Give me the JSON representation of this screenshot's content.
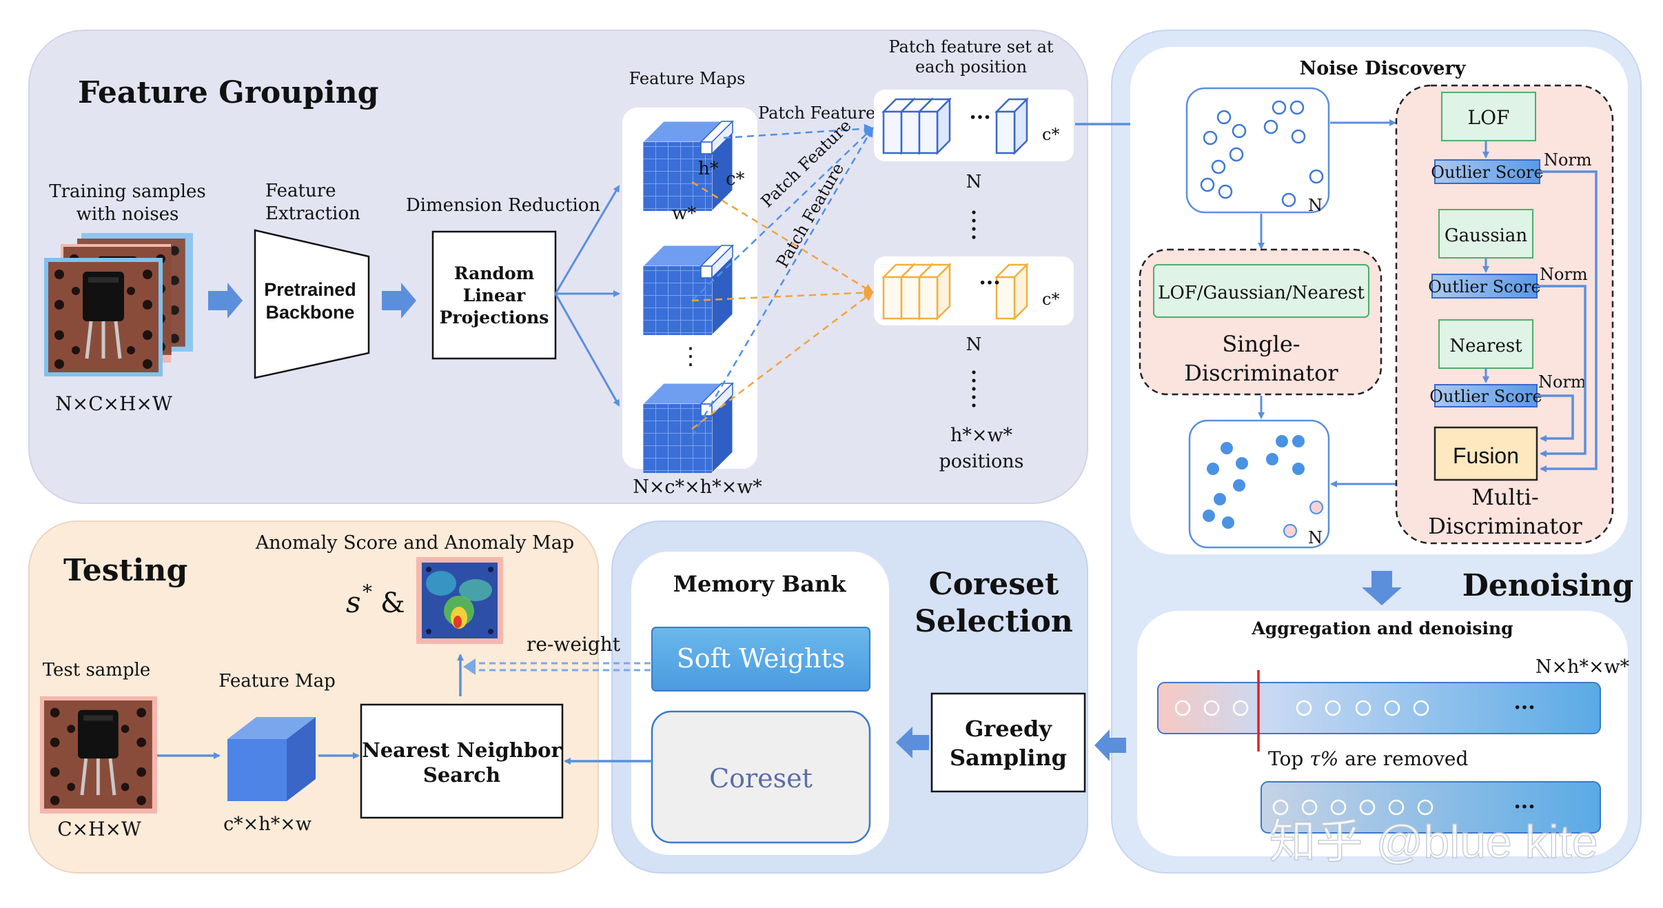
{
  "colors": {
    "panel_grouping": "#e3e4f2",
    "panel_noise": "#dce7f8",
    "panel_testing": "#fcebd9",
    "panel_coreset": "#d5e1f5",
    "arrow_blue": "#5b8fdc",
    "dashed_blue": "#4f8fe6",
    "dashed_orange": "#f2a33a",
    "green_box": "#dff3e6",
    "pink_box": "#fbe3de",
    "fusion_box": "#fde8bf",
    "outlier_score": "#6aa7e8",
    "removed_line": "#e0202b"
  },
  "feature_grouping": {
    "title": "Feature Grouping",
    "training_label": "Training samples\nwith noises",
    "training_dims": "N×C×H×W",
    "extraction_label": "Feature\nExtraction",
    "backbone_label": "Pretrained\nBackbone",
    "dimred_label": "Dimension Reduction",
    "projections_label": "Random\nLinear\nProjections",
    "feature_maps_label": "Feature Maps",
    "cube_h": "h*",
    "cube_c": "c*",
    "cube_w": "w*",
    "maps_vdots": "⋮",
    "maps_dims": "N×c*×h*×w*",
    "patch_feature_1": "Patch Feature",
    "patch_feature_2": "Patch Feature",
    "patch_feature_3": "Patch Feature",
    "patch_set_label": "Patch feature set at\neach position",
    "set_dots": "···",
    "set_c_1": "c*",
    "set_c_2": "c*",
    "set_n_1": "N",
    "set_n_2": "N",
    "set_vdots": "⋮",
    "positions_label": "h*×w*\npositions"
  },
  "noise_discovery": {
    "title": "Noise Discovery",
    "n_top": "N",
    "n_bottom": "N",
    "single_box": "LOF/Gaussian/Nearest",
    "single_label": "Single-\nDiscriminator",
    "lof": "LOF",
    "gaussian": "Gaussian",
    "nearest": "Nearest",
    "outlier_1": "Outlier Score",
    "outlier_2": "Outlier Score",
    "outlier_3": "Outlier Score",
    "norm_1": "Norm",
    "norm_2": "Norm",
    "norm_3": "Norm",
    "fusion": "Fusion",
    "multi_label": "Multi-\nDiscriminator"
  },
  "denoising": {
    "title": "Denoising",
    "aggregation_title": "Aggregation and denoising",
    "dims": "N×h*×w*",
    "bar_dots_1": "···",
    "bar_dots_2": "···",
    "removed_prefix": "Top ",
    "removed_tau": "τ%",
    "removed_suffix": " are removed",
    "watermark": "知乎 @blue kite"
  },
  "coreset": {
    "title": "Coreset\nSelection",
    "memory_bank": "Memory Bank",
    "soft_weights": "Soft Weights",
    "coreset": "Coreset",
    "greedy": "Greedy\nSampling"
  },
  "testing": {
    "title": "Testing",
    "anomaly_label": "Anomaly Score and Anomaly  Map",
    "score_s": "s",
    "score_star": "*",
    "score_amp": "&",
    "reweight": "re-weight",
    "test_sample": "Test sample",
    "test_dims": "C×H×W",
    "feature_map": "Feature Map",
    "feature_dims": "c*×h*×w",
    "nn_search": "Nearest Neighbor\nSearch"
  }
}
